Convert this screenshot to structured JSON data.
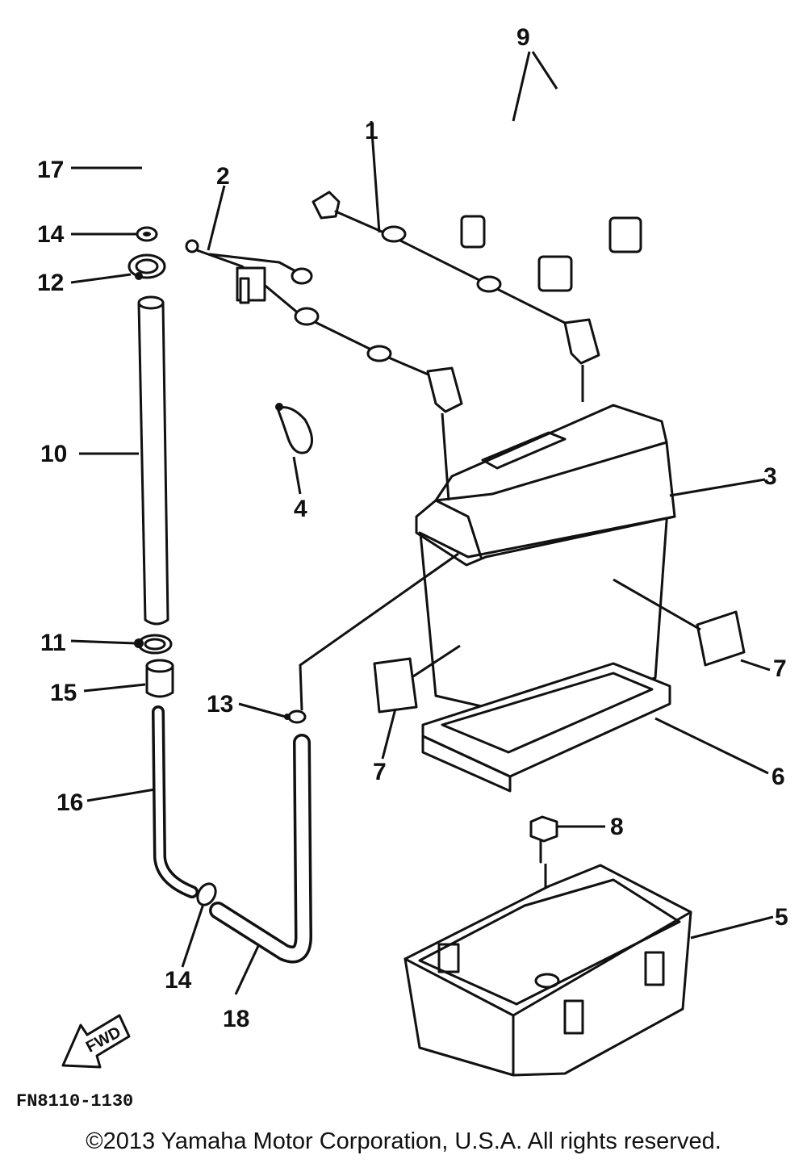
{
  "callouts": {
    "c1": "1",
    "c2": "2",
    "c3": "3",
    "c4": "4",
    "c5": "5",
    "c6": "6",
    "c7a": "7",
    "c7b": "7",
    "c8": "8",
    "c9": "9",
    "c10": "10",
    "c11": "11",
    "c12": "12",
    "c13": "13",
    "c14a": "14",
    "c14b": "14",
    "c15": "15",
    "c16": "16",
    "c17": "17",
    "c18": "18"
  },
  "fwd_label": "FWD",
  "figure_code": "FN8110-1130",
  "copyright": "©2013 Yamaha Motor Corporation, U.S.A. All rights reserved.",
  "icons": {
    "fwd": "fwd-arrow-icon"
  }
}
